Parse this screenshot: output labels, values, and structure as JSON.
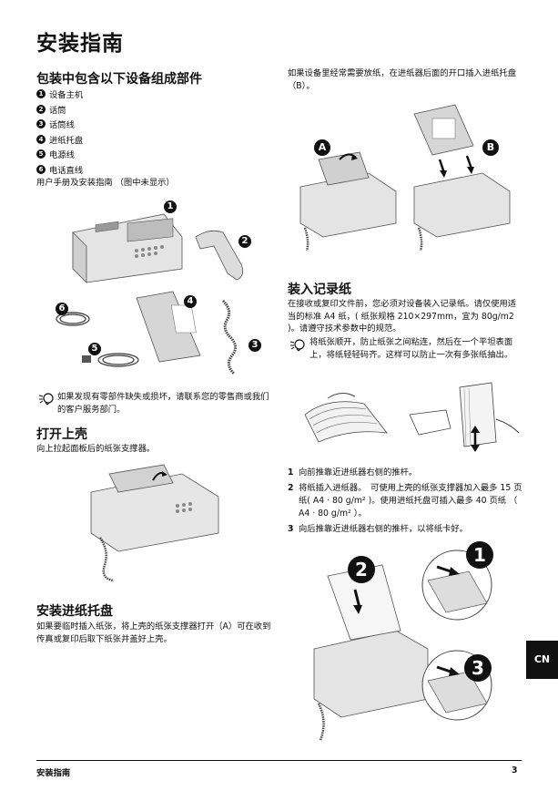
{
  "page": {
    "title": "安装指南",
    "footer_left": "安装指南",
    "footer_right": "3",
    "lang_tab": "CN"
  },
  "package": {
    "heading": "包装中包含以下设备组成部件",
    "items": [
      {
        "num": "1",
        "label": "设备主机"
      },
      {
        "num": "2",
        "label": "话筒"
      },
      {
        "num": "3",
        "label": "话筒线"
      },
      {
        "num": "4",
        "label": "进纸托盘"
      },
      {
        "num": "5",
        "label": "电源线"
      },
      {
        "num": "6",
        "label": "电话直线"
      }
    ],
    "manual_note": "用户手册及安装指南 （图中未显示）",
    "tip": "如果发现有零部件缺失或损坏，请联系您的零售商或我们的客户服务部门。",
    "figure_callouts": [
      "1",
      "2",
      "3",
      "4",
      "5",
      "6"
    ]
  },
  "open_cover": {
    "heading": "打开上壳",
    "text": "向上拉起面板后的纸张支撑器。"
  },
  "tray": {
    "heading": "安装进纸托盘",
    "text": "如果要临时插入纸张，将上壳的纸张支撑器打开（A）可在收到传真或复印后取下纸张并盖好上壳。",
    "text2": "如果设备里经常需要放纸，在进纸器后面的开口插入进纸托盘 （B）。",
    "callout_a": "A",
    "callout_b": "B"
  },
  "load_paper": {
    "heading": "装入记录纸",
    "text": "在接收或复印文件前，您必须对设备装入记录纸。请仅使用适当的标准 A4 纸，( 纸张规格 210×297mm，宜为 80g/m2 )。请遵守技术参数中的规范。",
    "tip": "将纸张顺开，防止纸张之间粘连，然后在一个平坦表面上，将纸轻轻码齐。这样可以防止一次有多张纸抽出。",
    "steps": [
      {
        "n": "1",
        "text": "向前推靠近进纸器右侧的推杆。"
      },
      {
        "n": "2",
        "text": "将纸插入进纸器。　可使用上壳的纸张支撑器加入最多 15 页纸( A4 · 80 g/m² )。使用进纸托盘可插入最多 40 页纸 （ A4 · 80 g/m² ）。"
      },
      {
        "n": "3",
        "text": "向后推靠近进纸器右侧的推杆，以将纸卡好。"
      }
    ],
    "figure_callouts": [
      "1",
      "2",
      "3"
    ]
  }
}
